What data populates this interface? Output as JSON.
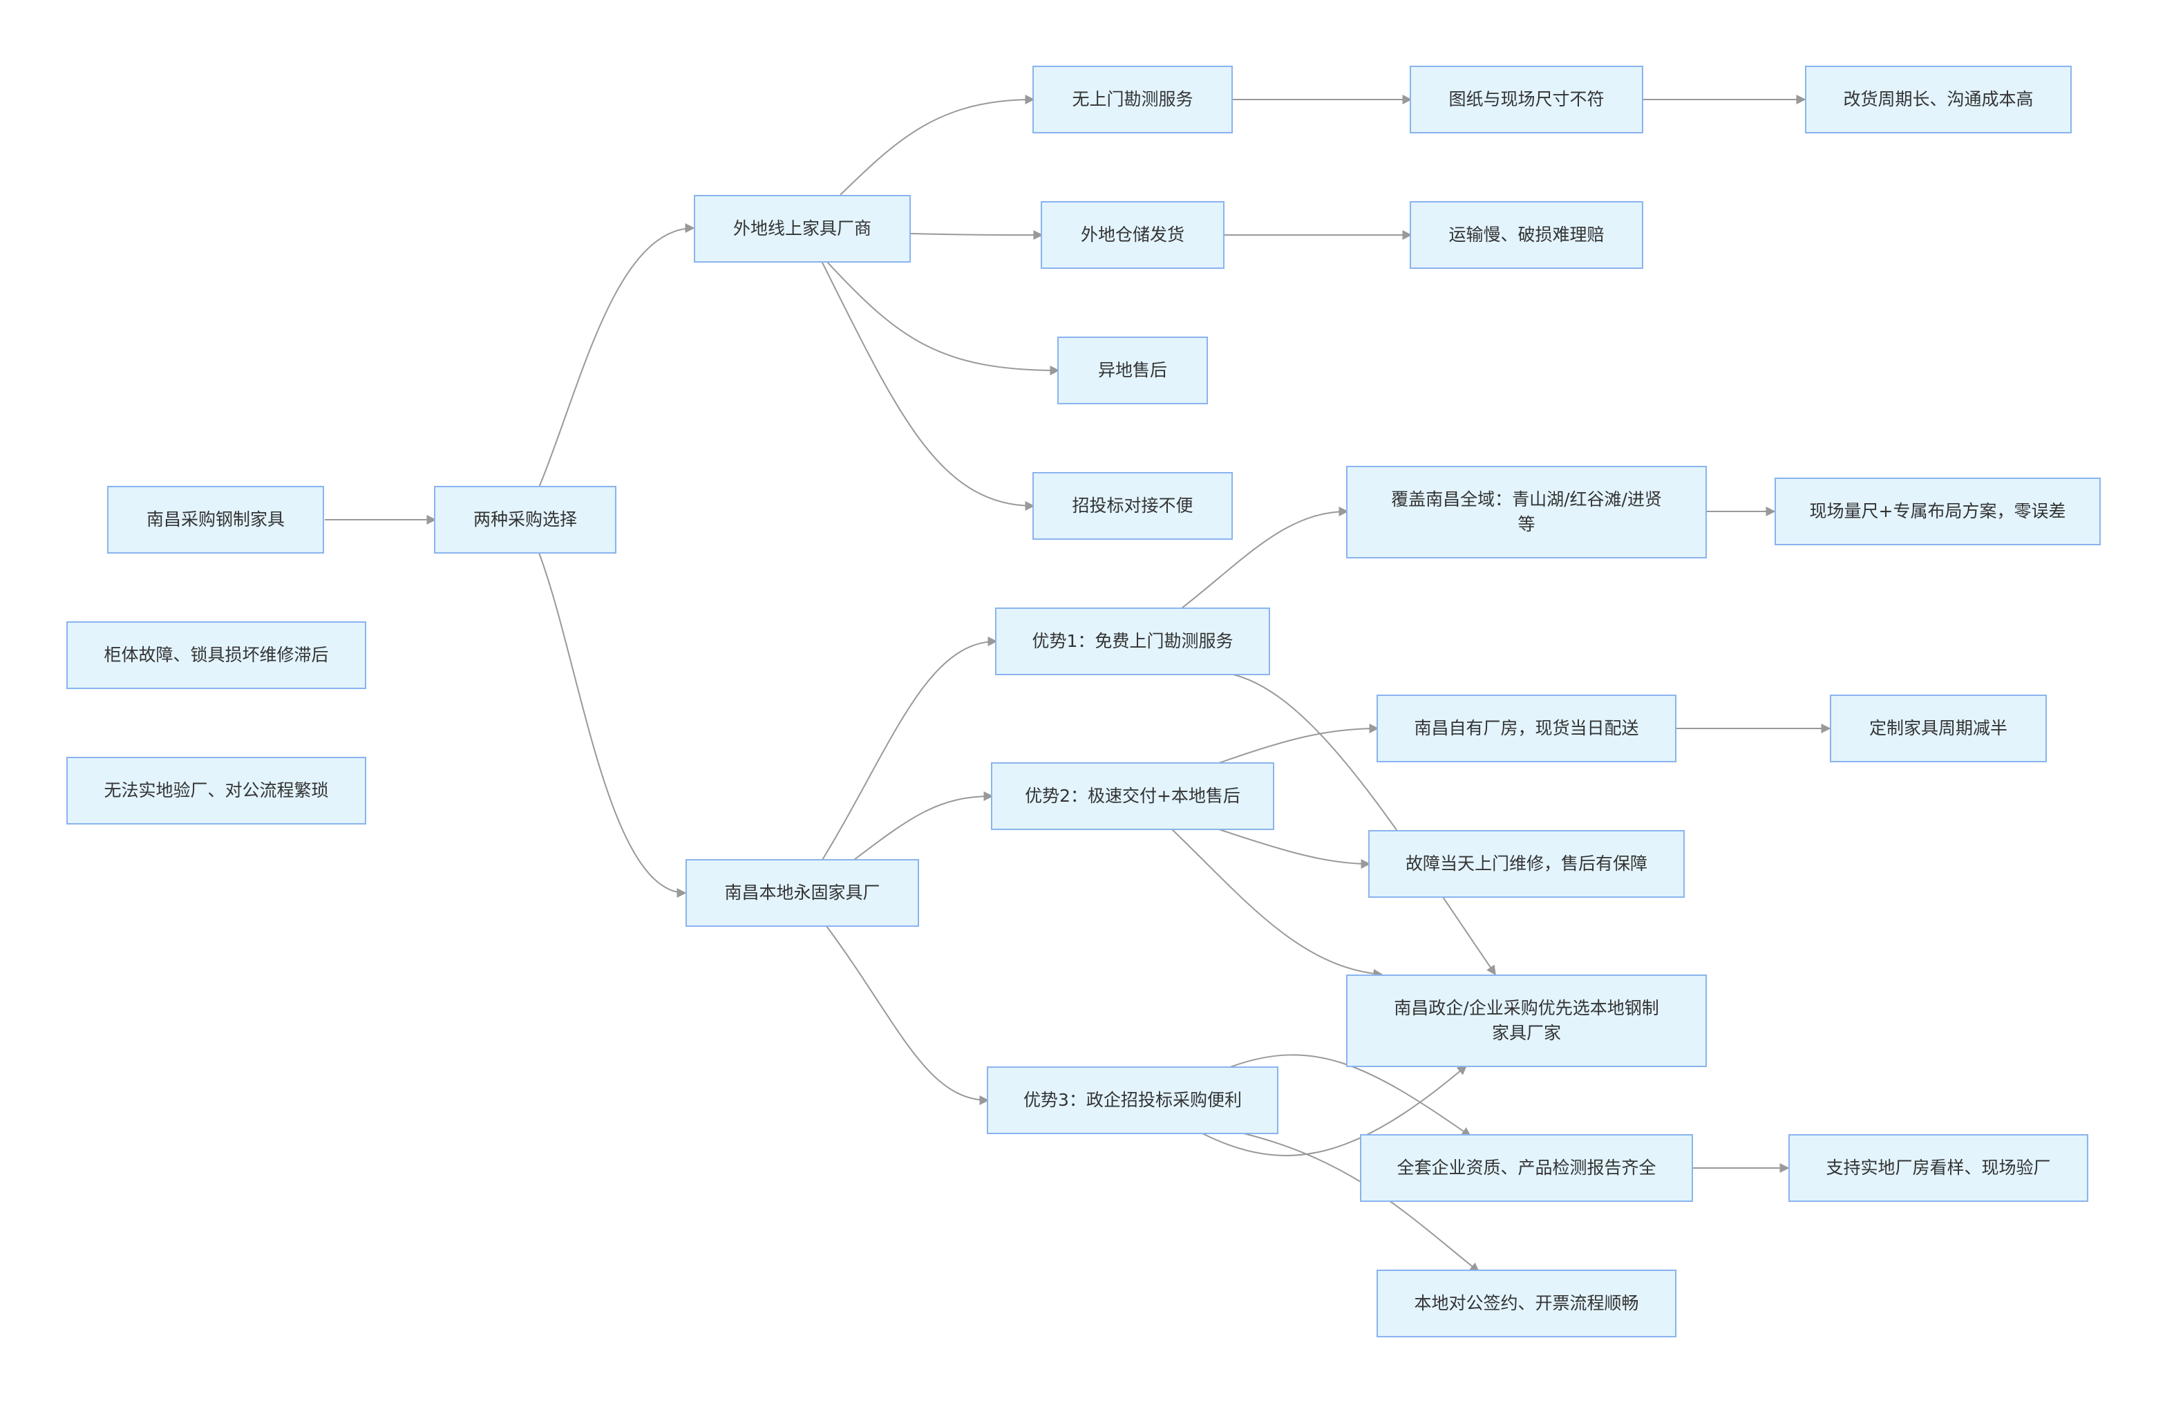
{
  "diagram": {
    "type": "flowchart",
    "colors": {
      "node_fill": "#e3f4fd",
      "node_border": "#8ab3ef",
      "edge": "#999999",
      "text": "#333333"
    },
    "nodes": {
      "n1": "南昌采购钢制家具",
      "n2": "两种采购选择",
      "n3": "外地线上家具厂商",
      "n4": "南昌本地永固家具厂",
      "n5": "无上门勘测服务",
      "n6": "外地仓储发货",
      "n7": "异地售后",
      "n8": "招投标对接不便",
      "n9": "图纸与现场尺寸不符",
      "n10": "改货周期长、沟通成本高",
      "n11": "运输慢、破损难理赔",
      "n12": "柜体故障、锁具损坏维修滞后",
      "n13": "无法实地验厂、对公流程繁琐",
      "n14": "优势1：免费上门勘测服务",
      "n15": "优势2：极速交付+本地售后",
      "n16": "优势3：政企招投标采购便利",
      "n17": "覆盖南昌全域：青山湖/红谷滩/进贤等",
      "n18": "现场量尺+专属布局方案，零误差",
      "n19": "南昌自有厂房，现货当日配送",
      "n20": "定制家具周期减半",
      "n21": "故障当天上门维修，售后有保障",
      "n22": "南昌政企/企业采购优先选本地钢制家具厂家",
      "n23": "全套企业资质、产品检测报告齐全",
      "n24": "支持实地厂房看样、现场验厂",
      "n25": "本地对公签约、开票流程顺畅"
    }
  }
}
